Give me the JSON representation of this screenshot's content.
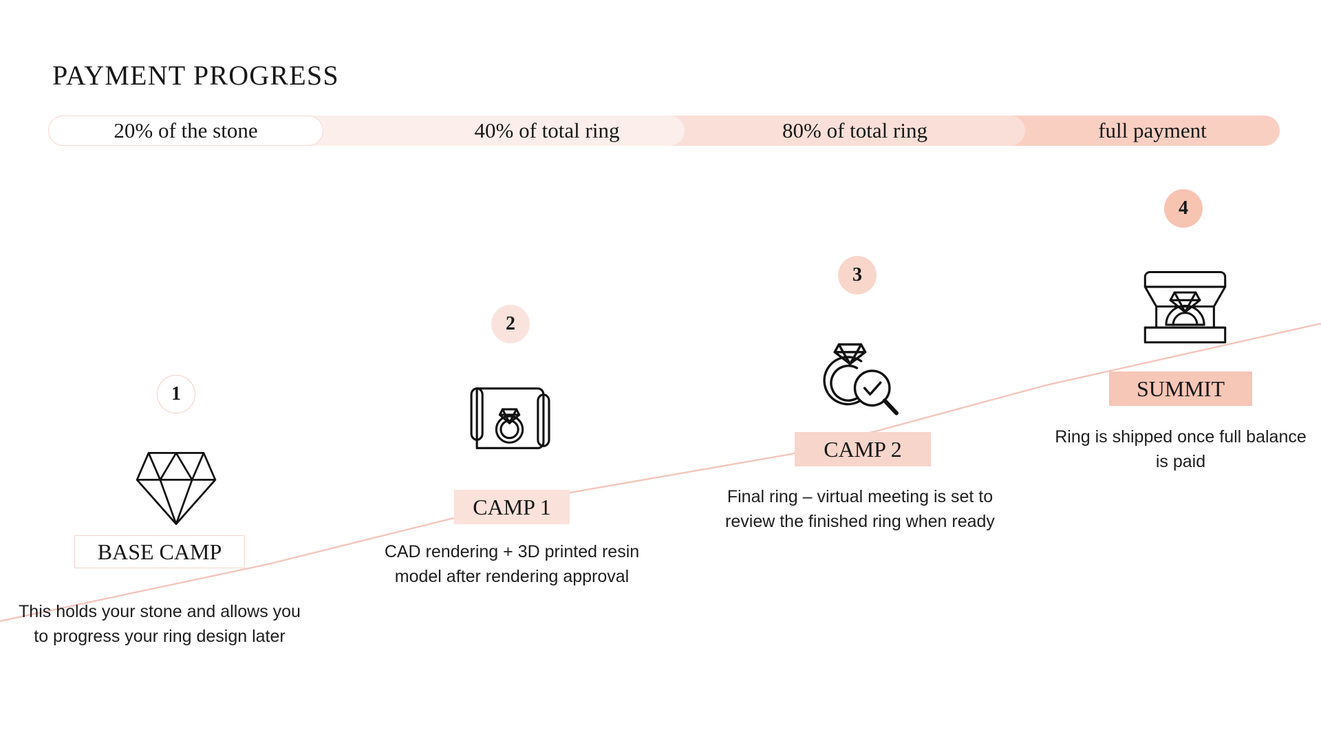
{
  "header": {
    "title": "PAYMENT PROGRESS"
  },
  "progress": {
    "segments": [
      {
        "label": "20% of the stone",
        "style": "outline"
      },
      {
        "label": "40% of total ring",
        "style": "fill-1"
      },
      {
        "label": "80% of total ring",
        "style": "fill-2"
      },
      {
        "label": "full payment",
        "style": "fill-3"
      }
    ]
  },
  "stages": [
    {
      "number": "1",
      "label": "BASE CAMP",
      "icon": "diamond-icon",
      "description": "This holds your stone and allows you to progress your ring design later"
    },
    {
      "number": "2",
      "label": "CAMP 1",
      "icon": "blueprint-ring-icon",
      "description": "CAD rendering + 3D printed resin model after rendering approval"
    },
    {
      "number": "3",
      "label": "CAMP 2",
      "icon": "ring-magnifier-check-icon",
      "description": "Final ring – virtual meeting is set to review the finished ring when ready"
    },
    {
      "number": "4",
      "label": "SUMMIT",
      "icon": "ring-box-icon",
      "description": "Ring is shipped once full balance is paid"
    }
  ],
  "colors": {
    "accent_pale": "#fceeea",
    "accent_light": "#fadfd8",
    "accent_mid": "#f8d6ca",
    "accent_strong": "#f6c6b6",
    "path_line": "#f3c6bb",
    "text": "#171717"
  }
}
